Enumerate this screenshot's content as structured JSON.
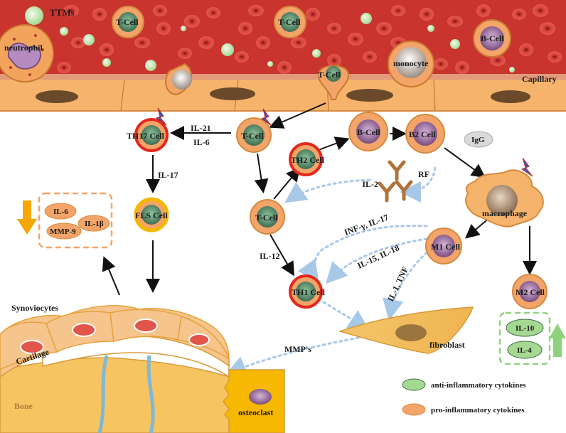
{
  "vessel": {
    "ttms": "TTMs",
    "capillary": "Capillary",
    "neutrophil": "neutrophil",
    "tcell_1": "T-Cell",
    "tcell_2": "T-Cell",
    "tcell_3": "T-Cell",
    "monocyte": "monocyte",
    "bcell": "B-Cell"
  },
  "cells": {
    "th17": "TH17 Cell",
    "tcell_main": "T-Cell",
    "th2": "TH2 Cell",
    "bcell": "B-Cell",
    "b2": "B2 Cell",
    "tcell_mid": "T-Cell",
    "fls": "FLS Cell",
    "th1": "TH1 Cell",
    "m1": "M1 Cell",
    "m2": "M2 Cell",
    "macrophage": "macrophage",
    "fibroblast": "fibroblast",
    "osteoclast": "osteoclast"
  },
  "labels": {
    "il21": "IL-21",
    "il6": "IL-6",
    "il17": "IL-17",
    "il2": "IL-2",
    "rf": "RF",
    "igg": "IgG",
    "il12": "IL-12",
    "inf_il17": "INF-γ, IL-17",
    "il15_il18": "IL-15, IL-18",
    "il1_tnf": "IL-1, TNF",
    "mmps": "MMP's",
    "synoviocytes": "Synoviocytes",
    "cartilage": "Cartilage",
    "bone": "Bone"
  },
  "pro_box": {
    "il6": "IL-6",
    "il1b": "IL-1β",
    "mmp9": "MMP-9"
  },
  "anti_box": {
    "il10": "IL-10",
    "il4": "IL-4"
  },
  "legend": {
    "anti": "anti-inflammatory cytokines",
    "pro": "pro-inflammatory cytokines"
  },
  "colors": {
    "vessel": "#c4322c",
    "rbc": "#d8413a",
    "cell_orange": "#f3a468",
    "cell_nucleus": "#5d8d6e",
    "th_ring": "#e3281f",
    "fls_ring": "#f5b800",
    "anti_green": "#9ed98a",
    "up_arrow": "#8fd27c",
    "down_arrow": "#f5a700",
    "dotted": "#a8c8e8"
  }
}
